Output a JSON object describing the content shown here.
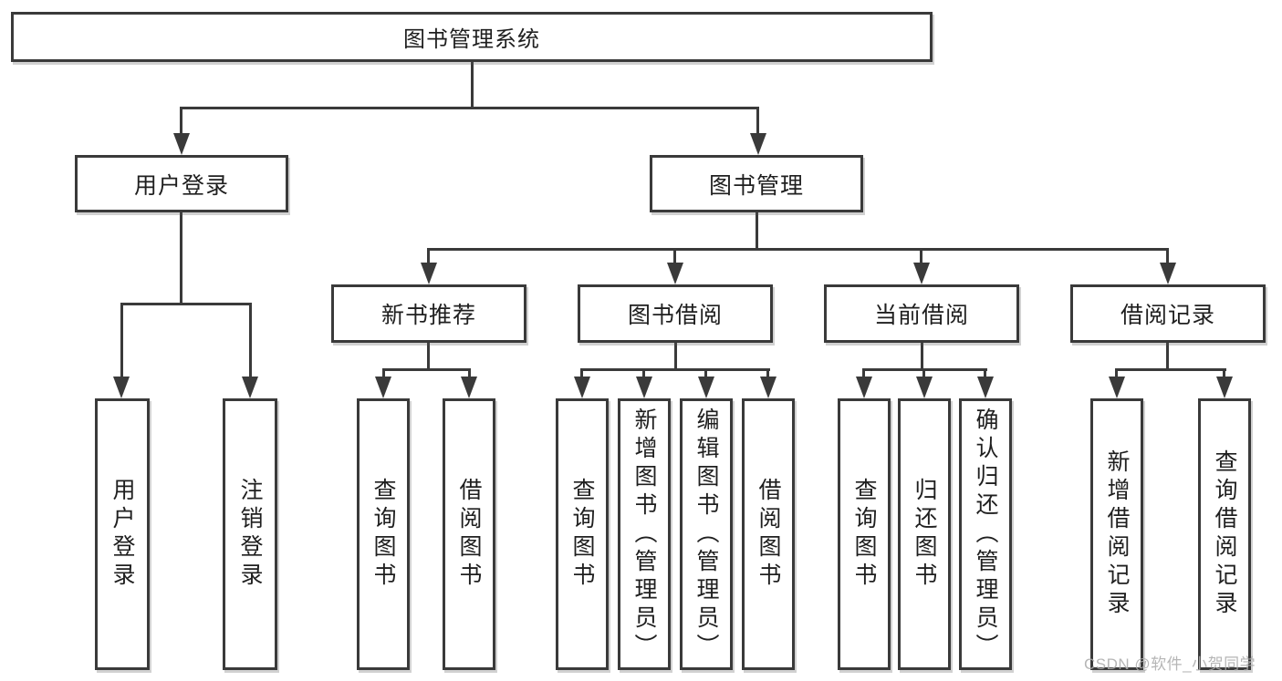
{
  "diagram": {
    "type": "hierarchy-tree",
    "colors": {
      "background": "#ffffff",
      "node_fill": "#ffffff",
      "node_border": "#3a3a3a",
      "connector": "#3a3a3a",
      "text": "#1f1f1f",
      "watermark_gray": "#acacac"
    },
    "tree": {
      "root": {
        "label": "图书管理系统",
        "children": [
          {
            "label": "用户登录",
            "children": [
              {
                "label": "用户登录"
              },
              {
                "label": "注销登录"
              }
            ]
          },
          {
            "label": "图书管理",
            "children": [
              {
                "label": "新书推荐",
                "children": [
                  {
                    "label": "查询图书"
                  },
                  {
                    "label": "借阅图书"
                  }
                ]
              },
              {
                "label": "图书借阅",
                "children": [
                  {
                    "label": "查询图书"
                  },
                  {
                    "label": "新增图书（管理员）"
                  },
                  {
                    "label": "编辑图书（管理员）"
                  },
                  {
                    "label": "借阅图书"
                  }
                ]
              },
              {
                "label": "当前借阅",
                "children": [
                  {
                    "label": "查询图书"
                  },
                  {
                    "label": "归还图书"
                  },
                  {
                    "label": "确认归还（管理员）"
                  }
                ]
              },
              {
                "label": "借阅记录",
                "children": [
                  {
                    "label": "新增借阅记录"
                  },
                  {
                    "label": "查询借阅记录"
                  }
                ]
              }
            ]
          }
        ]
      }
    }
  },
  "watermark": {
    "text": "CSDN @软件_小贺同学"
  }
}
